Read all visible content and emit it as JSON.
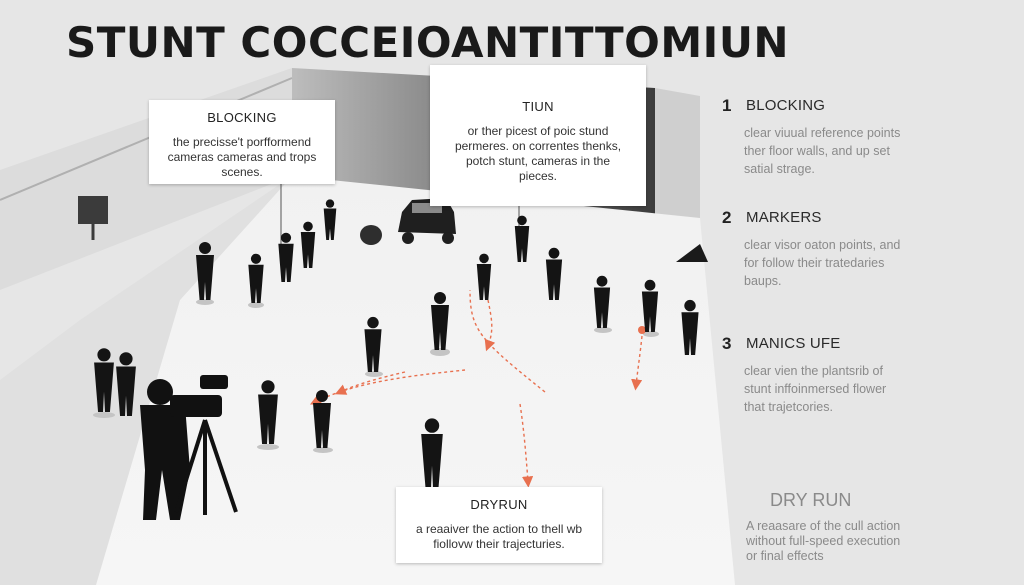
{
  "title": "STUNT COCCEIOANTITTOMIUN",
  "callouts": {
    "blocking": {
      "title": "BLOCKING",
      "body": "the precisse't porfformend\ncameras cameras and trops\nscenes."
    },
    "tiun": {
      "title": "TIUN",
      "body": "or ther picest of poic stund\npermeres. on correntes thenks,\npotch stunt, cameras in the\npieces."
    },
    "dryrun": {
      "title": "DRYRUN",
      "body": "a reaaiver the action to thell wb\nfiollovw their trajecturies."
    }
  },
  "steps": [
    {
      "number": "1",
      "label": "BLOCKING",
      "description": "clear viuual reference points\nther floor walls, and up set\nsatial strage."
    },
    {
      "number": "2",
      "label": "MARKERS",
      "description": "clear visor oaton points, and\nfor follow their tratedaries\nbaups."
    },
    {
      "number": "3",
      "label": "MANICS UFE",
      "description": "clear vien the plantsrib of\nstunt inffoinmersed flower\nthat trajetcories."
    }
  ],
  "dry_run_side": {
    "label": "DRY RUN",
    "description": "A reaasare of the cull action\nwithout full-speed execution\nor final effects"
  },
  "colors": {
    "background": "#e8e8e8",
    "floor": "#f2f2f2",
    "silhouette": "#141414",
    "trajectory": "#e8704f",
    "text_dark": "#1a1a1a",
    "text_muted": "#8a8a8a"
  }
}
